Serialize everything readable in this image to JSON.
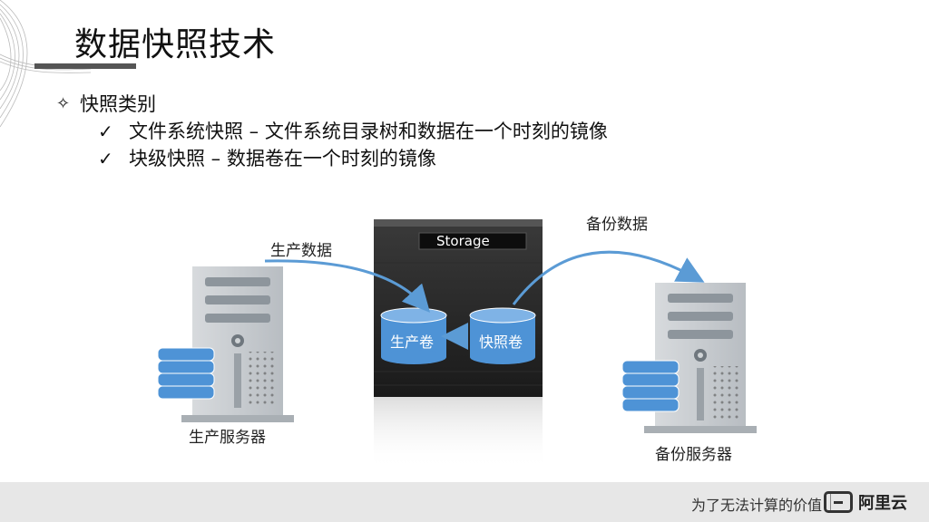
{
  "slide": {
    "title": "数据快照技术",
    "bullet_main": {
      "marker": "✧",
      "text": "快照类别"
    },
    "sub_bullets": [
      {
        "marker": "✓",
        "text": "文件系统快照 – 文件系统目录树和数据在一个时刻的镜像"
      },
      {
        "marker": "✓",
        "text": "块级快照 – 数据卷在一个时刻的镜像"
      }
    ]
  },
  "diagram": {
    "storage_label": "Storage",
    "production_data_label": "生产数据",
    "backup_data_label": "备份数据",
    "production_volume": "生产卷",
    "snapshot_volume": "快照卷",
    "production_server": "生产服务器",
    "backup_server": "备份服务器"
  },
  "footer": {
    "slogan": "为了无法计算的价值",
    "brand": "阿里云"
  },
  "colors": {
    "disk_blue": "#4e93d6",
    "server_gray": "#c9cdd1",
    "arrow_blue": "#5b9bd5"
  }
}
